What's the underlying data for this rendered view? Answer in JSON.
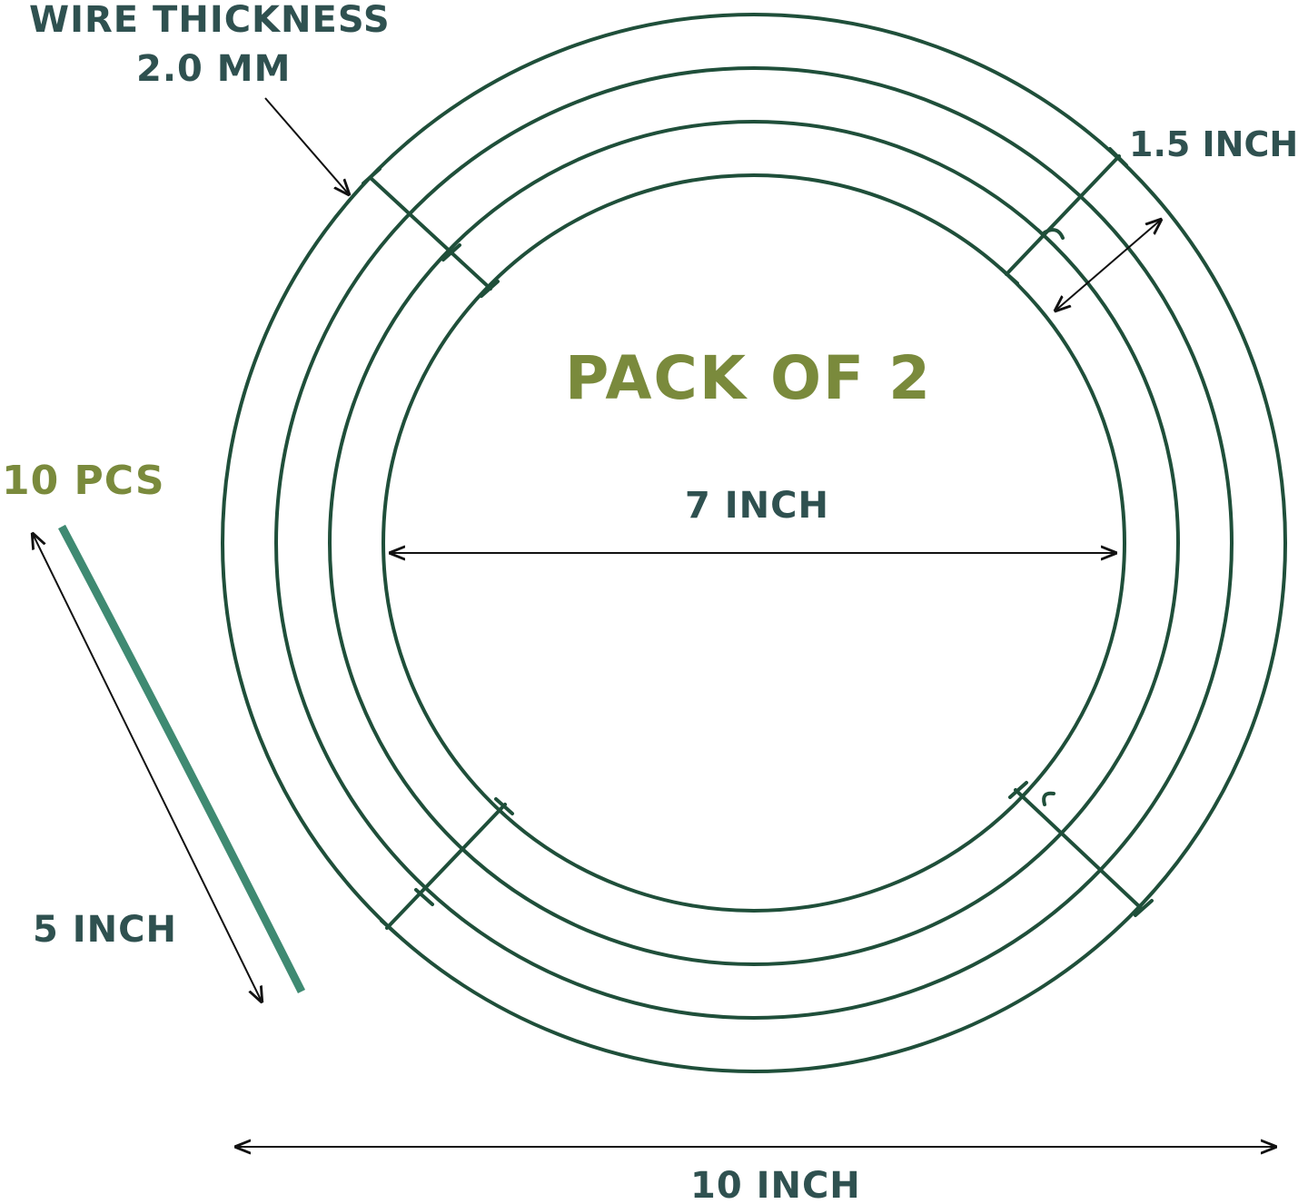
{
  "labels": {
    "wire_thickness_title": "WIRE THICKNESS",
    "wire_thickness_value": "2.0 MM",
    "ring_spacing": "1.5 INCH",
    "pack": "PACK OF 2",
    "inner_diameter": "7 INCH",
    "ties_count": "10 PCS",
    "tie_length": "5 INCH",
    "outer_diameter": "10 INCH"
  },
  "colors": {
    "wire": "#1f4f3a",
    "tie": "#3f8a72",
    "text_dark": "#2f5150",
    "text_olive": "#7a8a3c",
    "arrow": "#111111"
  }
}
